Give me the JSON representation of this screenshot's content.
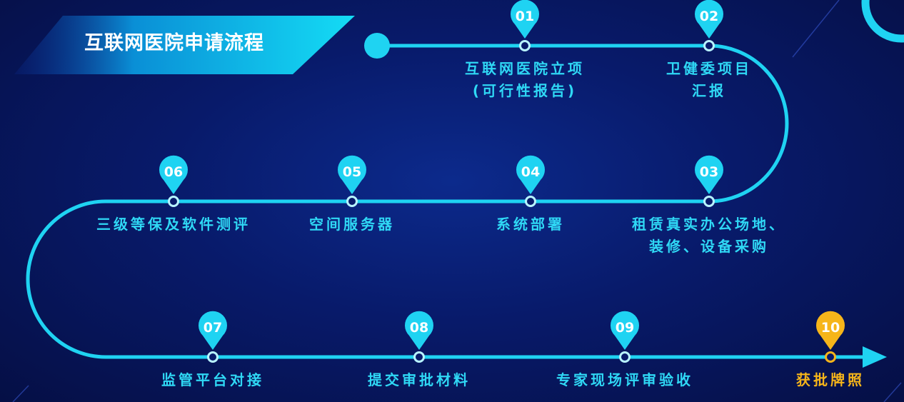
{
  "title": "互联网医院申请流程",
  "colors": {
    "accent": "#1fd3f2",
    "highlight": "#f6b51a",
    "background": "#081a6a"
  },
  "steps": [
    {
      "num": "01",
      "label": "互联网医院立项\n(可行性报告)"
    },
    {
      "num": "02",
      "label": "卫健委项目\n汇报"
    },
    {
      "num": "03",
      "label": "租赁真实办公场地、\n装修、设备采购"
    },
    {
      "num": "04",
      "label": "系统部署"
    },
    {
      "num": "05",
      "label": "空间服务器"
    },
    {
      "num": "06",
      "label": "三级等保及软件测评"
    },
    {
      "num": "07",
      "label": "监管平台对接"
    },
    {
      "num": "08",
      "label": "提交审批材料"
    },
    {
      "num": "09",
      "label": "专家现场评审验收"
    },
    {
      "num": "10",
      "label": "获批牌照",
      "final": true
    }
  ]
}
